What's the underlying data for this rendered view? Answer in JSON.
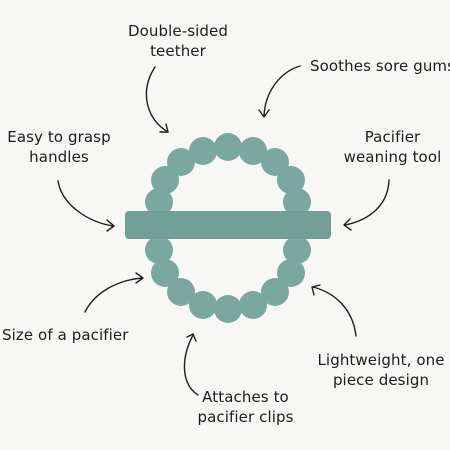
{
  "labels": {
    "double_sided_1": "Double-sided",
    "double_sided_2": "teether",
    "soothes": "Soothes sore gums",
    "easy_grasp_1": "Easy to grasp",
    "easy_grasp_2": "handles",
    "pacifier_weaning_1": "Pacifier",
    "pacifier_weaning_2": "weaning tool",
    "size_pacifier": "Size of a pacifier",
    "lightweight_1": "Lightweight, one",
    "lightweight_2": "piece design",
    "attaches_1": "Attaches to",
    "attaches_2": "pacifier clips"
  },
  "colors": {
    "teether": "#7aa89f",
    "teether_shadow": "#6a988f",
    "background": "#f7f7f5",
    "arrow": "#1d1d1d"
  }
}
